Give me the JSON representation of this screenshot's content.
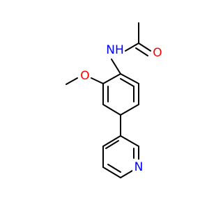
{
  "molecule": {
    "atoms": {
      "amide_nitrogen": {
        "text": "NH",
        "color": "#0000ff"
      },
      "carbonyl_oxygen": {
        "text": "O",
        "color": "#ff0000"
      },
      "methoxy_oxygen": {
        "text": "O",
        "color": "#ff0000"
      },
      "pyridine_nitrogen": {
        "text": "N",
        "color": "#0000ff"
      }
    },
    "bond_color": "#000000"
  }
}
